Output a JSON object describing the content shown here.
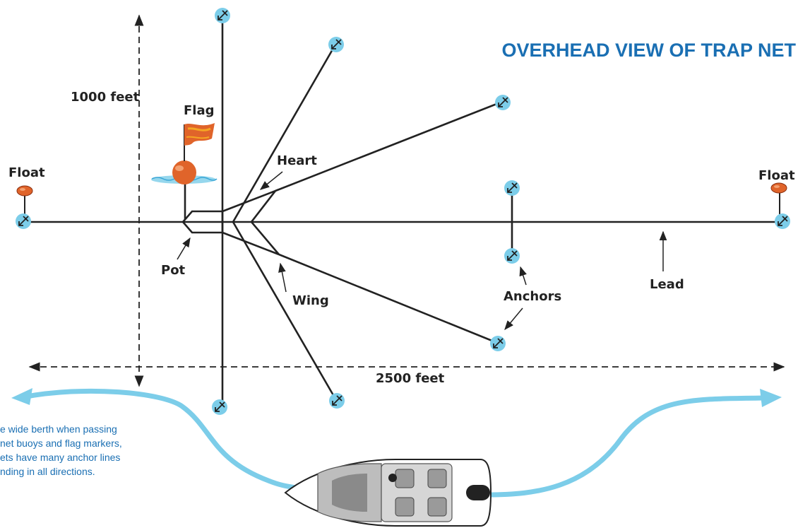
{
  "title": "OVERHEAD VIEW OF TRAP NET",
  "labels": {
    "flag": "Flag",
    "heart": "Heart",
    "float_left": "Float",
    "float_right": "Float",
    "pot": "Pot",
    "wing": "Wing",
    "anchors": "Anchors",
    "lead": "Lead",
    "height": "1000 feet",
    "width": "2500 feet"
  },
  "caption": [
    "e wide berth when passing",
    "net buoys and flag markers,",
    "ets have many anchor lines",
    "nding in all directions."
  ],
  "colors": {
    "title": "#1a6fb3",
    "caption": "#1a6fb3",
    "water_path": "#7ccde9",
    "anchor_buoy": "#7ccde9",
    "float": "#e0642a",
    "line": "#222222"
  },
  "icons": [
    "anchor-icon",
    "float-icon",
    "flag-buoy-icon",
    "boat-icon"
  ]
}
